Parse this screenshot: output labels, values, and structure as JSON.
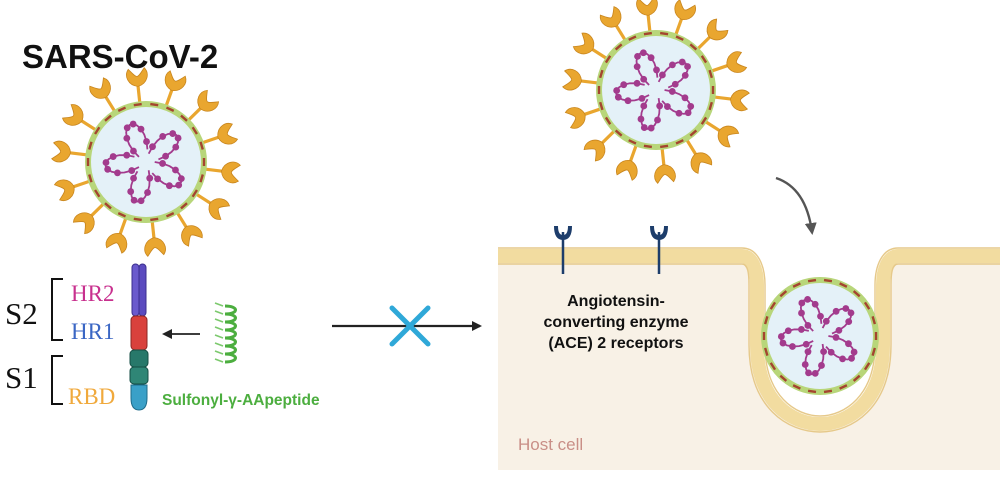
{
  "title": "SARS-CoV-2",
  "spike_labels": {
    "s2": "S2",
    "s1": "S1",
    "hr2": "HR2",
    "hr1": "HR1",
    "rbd": "RBD"
  },
  "peptide_label": "Sulfonyl-γ-AApeptide",
  "receptor_label": "Angiotensin-converting enzyme (ACE) 2 receptors",
  "host_cell_label": "Host cell",
  "colors": {
    "hr2": "#c8308e",
    "hr1": "#3a66c4",
    "rbd": "#f0a93c",
    "peptide": "#4cae3f",
    "spike": "#e9a62f",
    "envelope": "#b8d67a",
    "rna": "#a33b8d",
    "cell_membrane": "#f2dca0",
    "cell_interior": "#f8f1e6",
    "blocked_x": "#2fa8d8",
    "host_label": "#c98f87"
  }
}
